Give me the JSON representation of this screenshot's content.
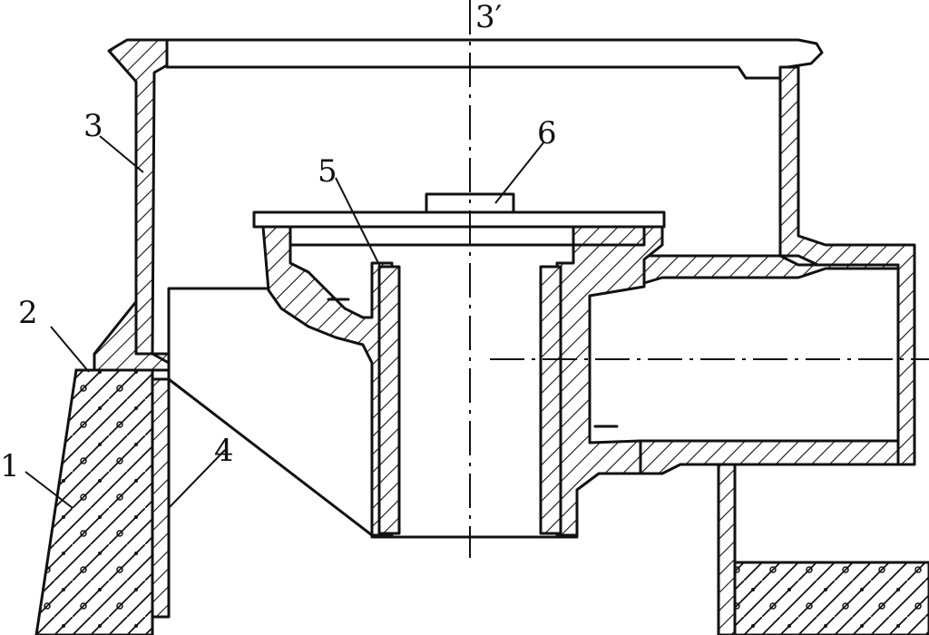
{
  "labels": {
    "l1": "1",
    "l2": "2",
    "l3": "3",
    "l3p": "3′",
    "l4": "4",
    "l5": "5",
    "l6": "6"
  },
  "colors": {
    "line": "#111111",
    "paper": "#ffffff"
  }
}
